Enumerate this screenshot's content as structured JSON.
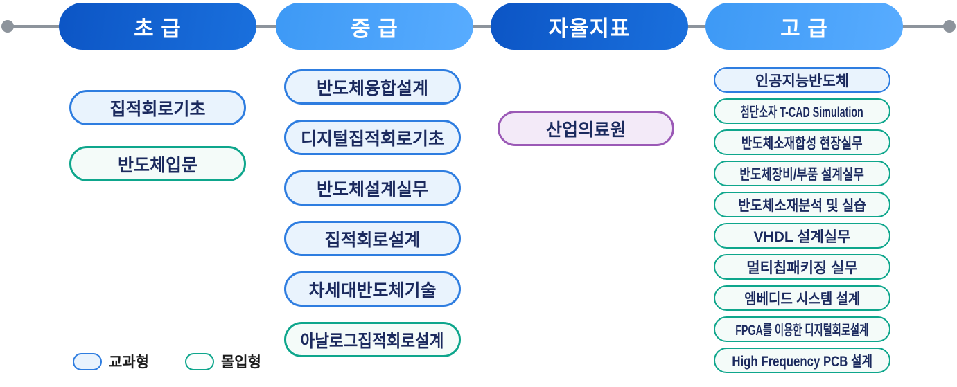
{
  "colors": {
    "header_dark_blue": "#0c55c5",
    "header_light_blue": "#3d99f5",
    "course_blue_border": "#2e7de0",
    "course_blue_fill": "#e9f3fd",
    "course_teal_border": "#0ea68c",
    "course_teal_fill": "#f4fbf9",
    "course_purple_border": "#9b59b6",
    "course_purple_fill": "#f3eaf8",
    "timeline_gray": "#8d949c",
    "course_text": "#1b2a5e"
  },
  "columns": [
    {
      "header": "초 급",
      "header_style": "dark",
      "courses": [
        {
          "label": "집적회로기초",
          "type": "blue"
        },
        {
          "label": "반도체입문",
          "type": "teal"
        }
      ]
    },
    {
      "header": "중 급",
      "header_style": "light",
      "courses": [
        {
          "label": "반도체융합설계",
          "type": "blue"
        },
        {
          "label": "디지털집적회로기초",
          "type": "blue"
        },
        {
          "label": "반도체설계실무",
          "type": "blue"
        },
        {
          "label": "집적회로설계",
          "type": "blue"
        },
        {
          "label": "차세대반도체기술",
          "type": "blue"
        },
        {
          "label": "아날로그집적회로설계",
          "type": "teal"
        }
      ]
    },
    {
      "header": "자율지표",
      "header_style": "dark",
      "courses": [
        {
          "label": "산업의료원",
          "type": "purple"
        }
      ]
    },
    {
      "header": "고 급",
      "header_style": "light",
      "courses": [
        {
          "label": "인공지능반도체",
          "type": "blue"
        },
        {
          "label": "첨단소자 T-CAD Simulation",
          "type": "teal"
        },
        {
          "label": "반도체소재합성 현장실무",
          "type": "teal"
        },
        {
          "label": "반도체장비/부품 설계실무",
          "type": "teal"
        },
        {
          "label": "반도체소재분석 및 실습",
          "type": "teal"
        },
        {
          "label": "VHDL 설계실무",
          "type": "teal"
        },
        {
          "label": "멀티칩패키징 실무",
          "type": "teal"
        },
        {
          "label": "엠베디드 시스템 설계",
          "type": "teal"
        },
        {
          "label": "FPGA를 이용한 디지털회로설계",
          "type": "teal"
        },
        {
          "label": "High Frequency PCB 설계",
          "type": "teal"
        }
      ]
    }
  ],
  "legend": {
    "items": [
      {
        "label": "교과형",
        "type": "blue"
      },
      {
        "label": "몰입형",
        "type": "teal"
      }
    ]
  }
}
